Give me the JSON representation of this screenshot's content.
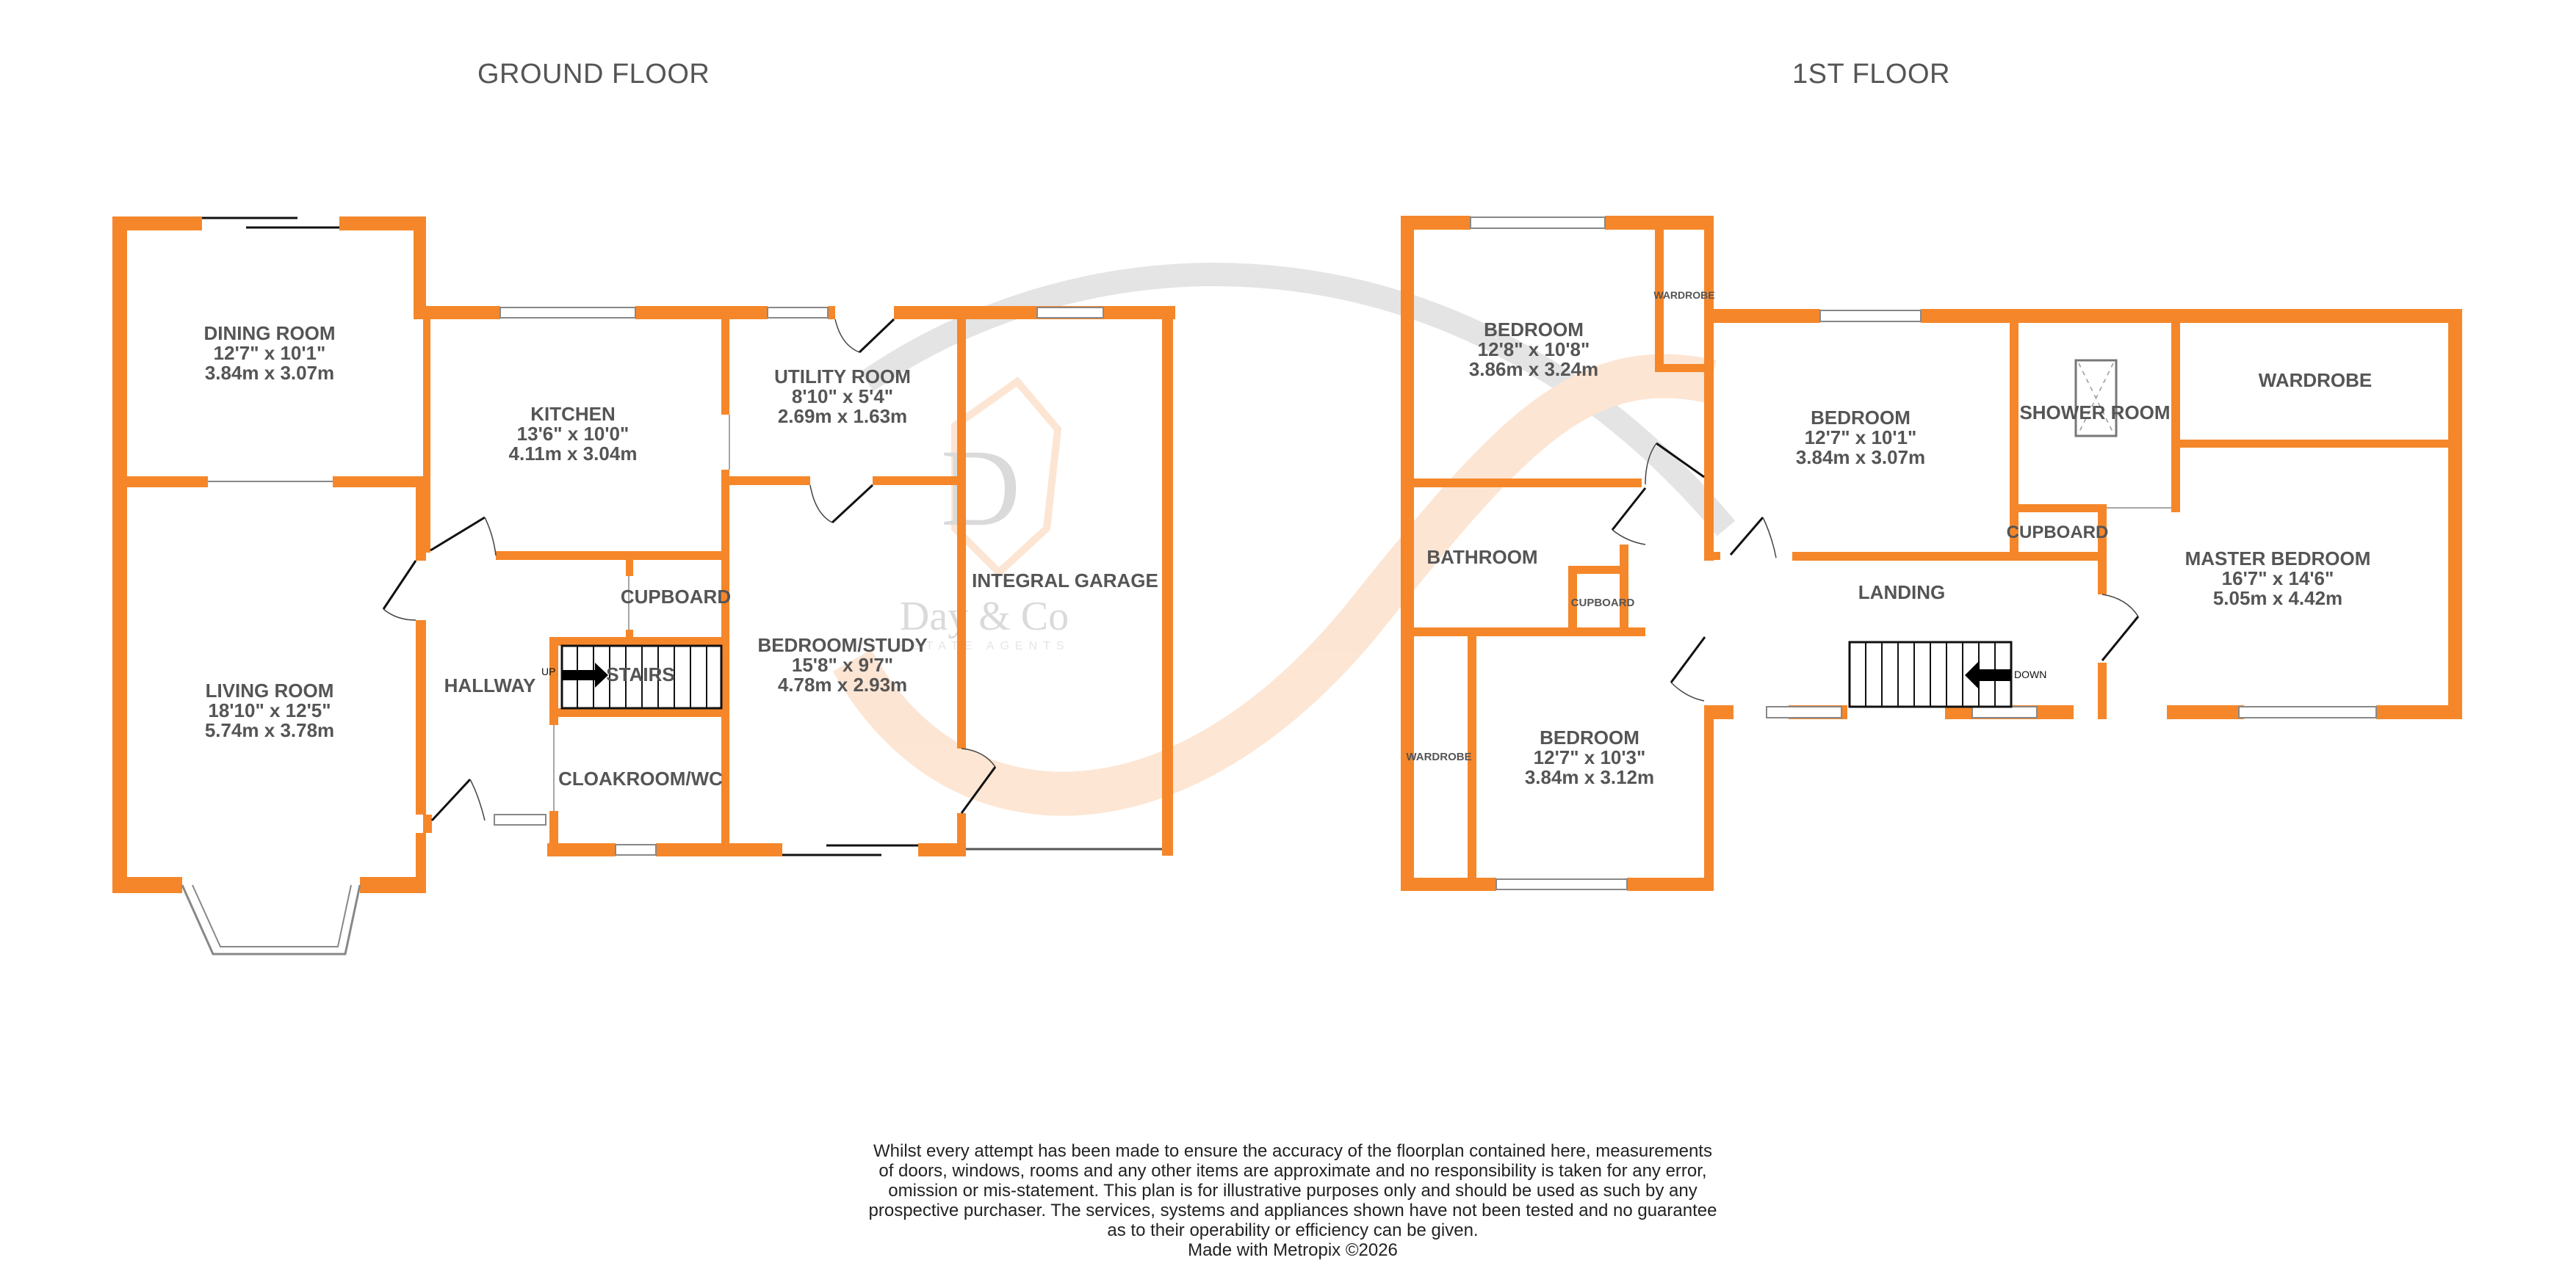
{
  "colors": {
    "wall": "#F5872A",
    "text": "#555555",
    "window": "#888888",
    "door": "#111111",
    "watermark_grey": "#e2e2e2",
    "watermark_orange": "#fde3cf"
  },
  "watermark": {
    "brand": "Day & Co",
    "subtitle": "ESTATE AGENTS",
    "monogram": "D"
  },
  "floors": [
    {
      "title": "GROUND FLOOR",
      "rooms": [
        {
          "name": "DINING ROOM",
          "imperial": "12'7\"  x 10'1\"",
          "metric": "3.84m  x 3.07m"
        },
        {
          "name": "LIVING ROOM",
          "imperial": "18'10\"  x 12'5\"",
          "metric": "5.74m  x 3.78m"
        },
        {
          "name": "KITCHEN",
          "imperial": "13'6\"  x 10'0\"",
          "metric": "4.11m  x 3.04m"
        },
        {
          "name": "UTILITY ROOM",
          "imperial": "8'10\"  x 5'4\"",
          "metric": "2.69m  x 1.63m"
        },
        {
          "name": "BEDROOM/STUDY",
          "imperial": "15'8\"  x 9'7\"",
          "metric": "4.78m  x 2.93m"
        },
        {
          "name": "INTEGRAL GARAGE"
        },
        {
          "name": "HALLWAY"
        },
        {
          "name": "CUPBOARD"
        },
        {
          "name": "STAIRS"
        },
        {
          "name": "CLOAKROOM/WC"
        }
      ],
      "stair_label": "UP"
    },
    {
      "title": "1ST FLOOR",
      "rooms": [
        {
          "name": "BEDROOM",
          "imperial": "12'8\"  x 10'8\"",
          "metric": "3.86m  x 3.24m"
        },
        {
          "name": "WARDROBE"
        },
        {
          "name": "BEDROOM",
          "imperial": "12'7\"  x 10'1\"",
          "metric": "3.84m  x 3.07m"
        },
        {
          "name": "SHOWER ROOM"
        },
        {
          "name": "WARDROBE"
        },
        {
          "name": "CUPBOARD"
        },
        {
          "name": "MASTER BEDROOM",
          "imperial": "16'7\"  x 14'6\"",
          "metric": "5.05m  x 4.42m"
        },
        {
          "name": "BATHROOM"
        },
        {
          "name": "CUPBOARD"
        },
        {
          "name": "LANDING"
        },
        {
          "name": "WARDROBE"
        },
        {
          "name": "BEDROOM",
          "imperial": "12'7\"  x 10'3\"",
          "metric": "3.84m  x 3.12m"
        }
      ],
      "stair_label": "DOWN"
    }
  ],
  "disclaimer": {
    "lines": [
      "Whilst every attempt has been made to ensure the accuracy of the floorplan contained here, measurements",
      "of doors, windows, rooms and any other items are approximate and no responsibility is taken for any error,",
      "omission or mis-statement. This plan is for illustrative purposes only and should be used as such by any",
      "prospective purchaser. The services, systems and appliances shown have not been tested and no guarantee",
      "as to their operability or efficiency can be given."
    ],
    "credit": "Made with Metropix ©2026"
  }
}
